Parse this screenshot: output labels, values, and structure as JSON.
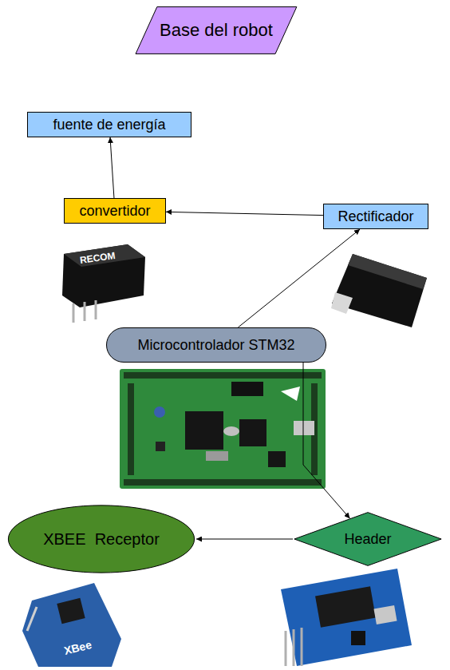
{
  "diagram": {
    "nodes": [
      {
        "text": [
          "Base del robot"
        ]
      },
      {
        "text": [
          "fuente de energía"
        ]
      },
      {
        "text": [
          "convertidor"
        ]
      },
      {
        "text": [
          "Rectificador"
        ]
      },
      {
        "text": [
          "Microcontrolador STM32"
        ]
      },
      {
        "text": [
          "XBEE  Receptor"
        ]
      },
      {
        "text": [
          "Header"
        ]
      }
    ],
    "edges": [
      {
        "from": 2,
        "to": 1,
        "arrow": "to"
      },
      {
        "from": 3,
        "to": 2,
        "arrow": "to"
      },
      {
        "from": 4,
        "to": 3,
        "arrow": "to"
      },
      {
        "from": 4,
        "to": 6,
        "arrow": "to"
      },
      {
        "from": 6,
        "to": 5,
        "arrow": "to"
      }
    ],
    "labels": [
      "RECOM",
      "XBee"
    ]
  }
}
